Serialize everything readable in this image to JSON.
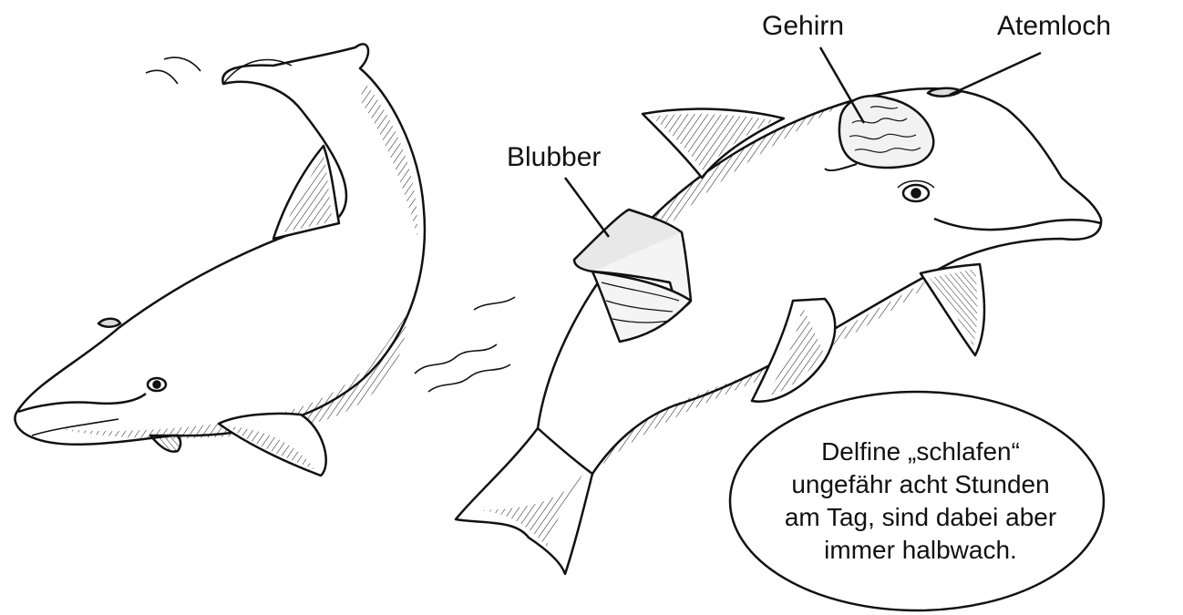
{
  "labels": {
    "gehirn": "Gehirn",
    "atemloch": "Atemloch",
    "blubber": "Blubber"
  },
  "bubble": {
    "lines": [
      "Delfine „schlafen“",
      "ungefähr acht Stunden",
      "am Tag, sind dabei aber",
      "immer halbwach."
    ]
  },
  "colors": {
    "ink": "#111111",
    "paper": "#ffffff",
    "blubber_tint": "#e8e8e8",
    "brain_tint": "#f2f2f2"
  }
}
